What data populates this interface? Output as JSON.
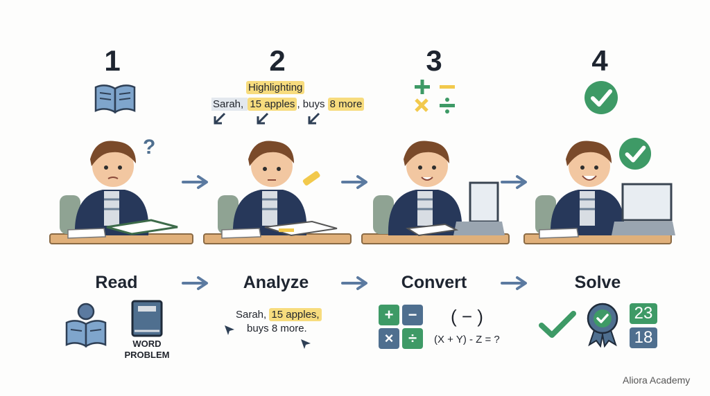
{
  "steps": [
    {
      "number": "1",
      "label": "Read"
    },
    {
      "number": "2",
      "label": "Analyze"
    },
    {
      "number": "3",
      "label": "Convert"
    },
    {
      "number": "4",
      "label": "Solve"
    }
  ],
  "step1": {
    "question_mark": "?",
    "word_problem_line1": "WORD",
    "word_problem_line2": "PROBLEM"
  },
  "step2": {
    "highlight_title": "Highlighting",
    "top_text": {
      "part1": "Sarah, ",
      "part2": "15 apples",
      "part3": ", buys ",
      "part4": "8 more"
    },
    "bottom_text": {
      "part1": "Sarah, ",
      "part2": "15 apples,",
      "part3": "buys 8 more."
    }
  },
  "step3": {
    "ops": [
      "+",
      "−",
      "×",
      "÷"
    ],
    "parens": "( − )",
    "formula": "(X + Y) - Z = ?"
  },
  "step4": {
    "tile_top": "23",
    "tile_bottom": "18"
  },
  "brand": "Aliora Academy",
  "colors": {
    "green": "#3e9a66",
    "yellow": "#f2c94c",
    "blue": "#4f6f8f",
    "highlight": "#f7dc7e"
  }
}
